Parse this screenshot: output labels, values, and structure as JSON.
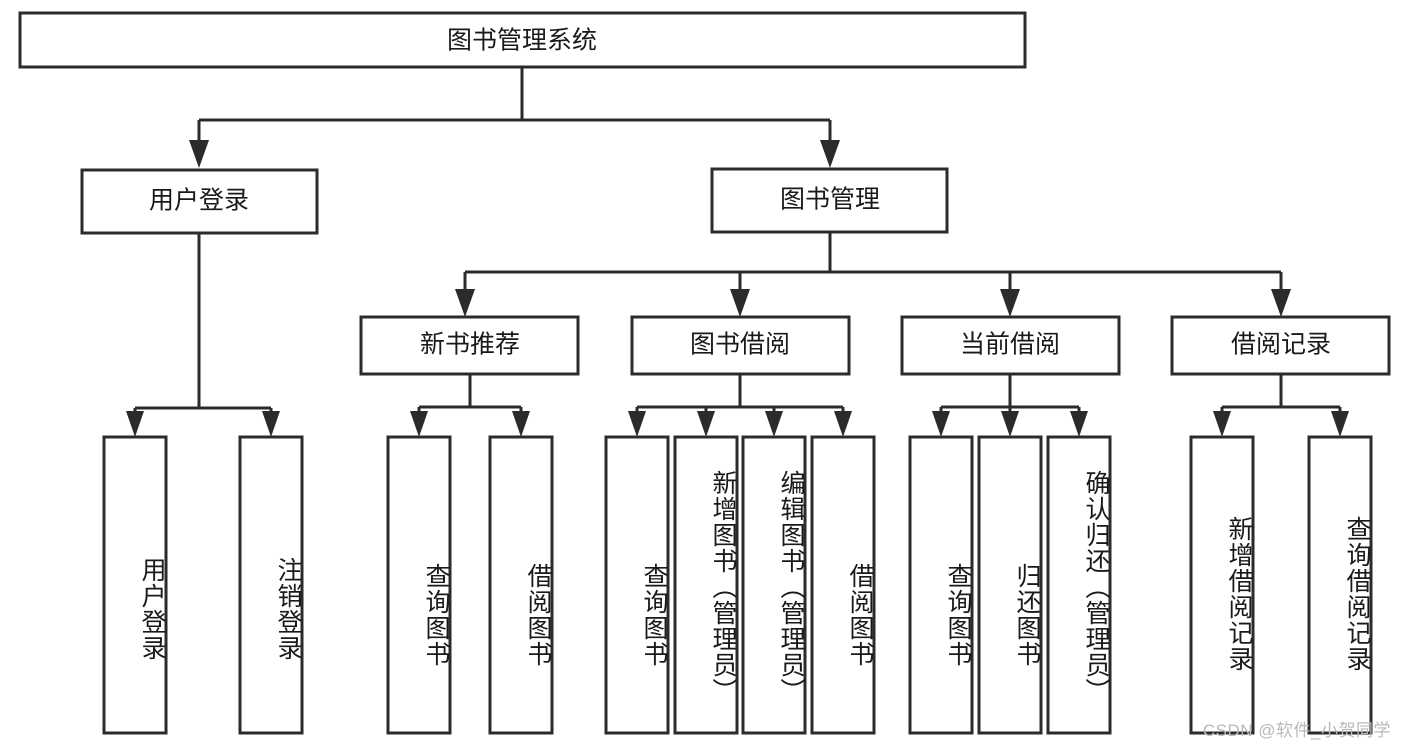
{
  "diagram": {
    "title": "图书管理系统",
    "type": "hierarchy-tree",
    "root": {
      "id": "root",
      "label": "图书管理系统",
      "orientation": "horizontal"
    },
    "level2": [
      {
        "id": "user-login",
        "label": "用户登录",
        "orientation": "horizontal"
      },
      {
        "id": "book-manage",
        "label": "图书管理",
        "orientation": "horizontal"
      }
    ],
    "level3": [
      {
        "id": "new-book-recommend",
        "label": "新书推荐",
        "orientation": "horizontal",
        "parent": "book-manage"
      },
      {
        "id": "book-borrow",
        "label": "图书借阅",
        "orientation": "horizontal",
        "parent": "book-manage"
      },
      {
        "id": "current-borrow",
        "label": "当前借阅",
        "orientation": "horizontal",
        "parent": "book-manage"
      },
      {
        "id": "borrow-record",
        "label": "借阅记录",
        "orientation": "horizontal",
        "parent": "book-manage"
      }
    ],
    "leaves": [
      {
        "id": "leaf-user-login",
        "label": "用户登录",
        "orientation": "vertical",
        "parent": "user-login"
      },
      {
        "id": "leaf-user-logout",
        "label": "注销登录",
        "orientation": "vertical",
        "parent": "user-login"
      },
      {
        "id": "leaf-query-book-1",
        "label": "查询图书",
        "orientation": "vertical",
        "parent": "new-book-recommend"
      },
      {
        "id": "leaf-borrow-book-1",
        "label": "借阅图书",
        "orientation": "vertical",
        "parent": "new-book-recommend"
      },
      {
        "id": "leaf-query-book-2",
        "label": "查询图书",
        "orientation": "vertical",
        "parent": "book-borrow"
      },
      {
        "id": "leaf-add-book",
        "label": "新增图书（管理员）",
        "orientation": "vertical",
        "parent": "book-borrow"
      },
      {
        "id": "leaf-edit-book",
        "label": "编辑图书（管理员）",
        "orientation": "vertical",
        "parent": "book-borrow"
      },
      {
        "id": "leaf-borrow-book-2",
        "label": "借阅图书",
        "orientation": "vertical",
        "parent": "book-borrow"
      },
      {
        "id": "leaf-query-book-3",
        "label": "查询图书",
        "orientation": "vertical",
        "parent": "current-borrow"
      },
      {
        "id": "leaf-return-book",
        "label": "归还图书",
        "orientation": "vertical",
        "parent": "current-borrow"
      },
      {
        "id": "leaf-confirm-return",
        "label": "确认归还（管理员）",
        "orientation": "vertical",
        "parent": "current-borrow"
      },
      {
        "id": "leaf-add-record",
        "label": "新增借阅记录",
        "orientation": "vertical",
        "parent": "borrow-record"
      },
      {
        "id": "leaf-query-record",
        "label": "查询借阅记录",
        "orientation": "vertical",
        "parent": "borrow-record"
      }
    ],
    "colors": {
      "stroke": "#2b2b2b",
      "fill": "#ffffff",
      "text": "#1a1a1a",
      "watermark": "#b9b9b9"
    }
  },
  "watermark": {
    "text": "CSDN @软件_小贺同学"
  }
}
